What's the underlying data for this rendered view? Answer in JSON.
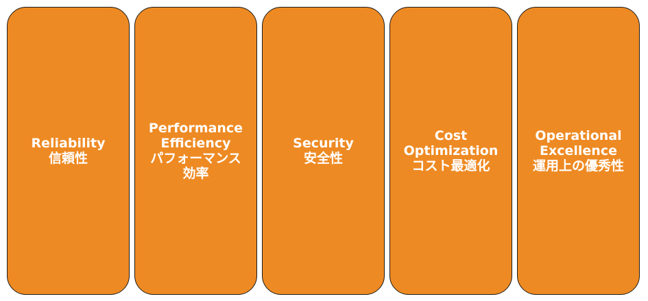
{
  "pillars": [
    {
      "lines": [
        "Reliability",
        "信頼性"
      ]
    },
    {
      "lines": [
        "Performance",
        "Efficiency",
        "パフォーマンス",
        "効率"
      ]
    },
    {
      "lines": [
        "Security",
        "安全性"
      ]
    },
    {
      "lines": [
        "Cost",
        "Optimization",
        "コスト最適化"
      ]
    },
    {
      "lines": [
        "Operational",
        "Excellence",
        "運用上の優秀性"
      ]
    }
  ],
  "colors": {
    "box_fill": "#EE8A23",
    "box_border": "#1a1a1a",
    "text": "#ffffff"
  }
}
